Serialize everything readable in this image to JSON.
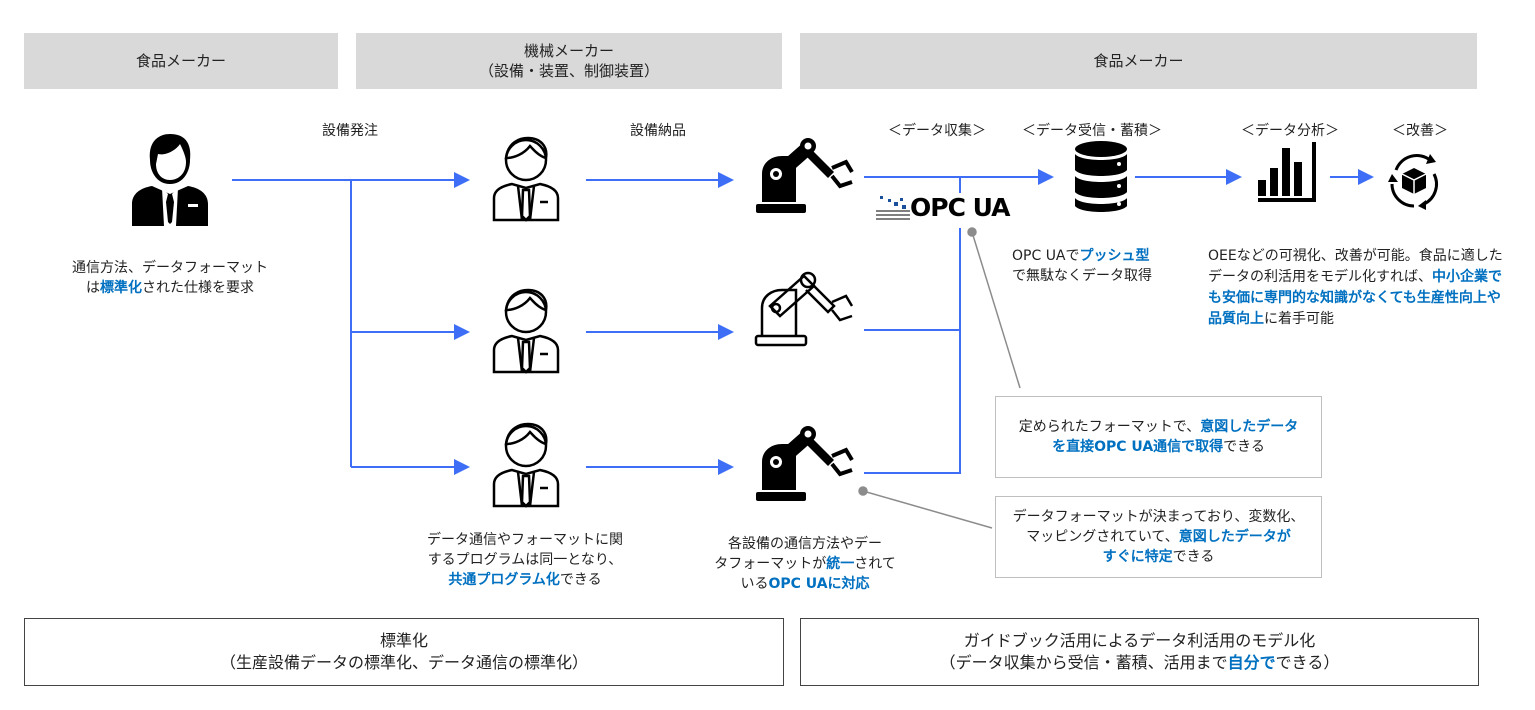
{
  "headers": [
    {
      "line1": "食品メーカー",
      "line2": ""
    },
    {
      "line1": "機械メーカー",
      "line2": "（設備・装置、制御装置）"
    },
    {
      "line1": "食品メーカー",
      "line2": ""
    }
  ],
  "flow_labels": {
    "order": "設備発注",
    "delivery": "設備納品",
    "collect": "＜データ収集＞",
    "receive": "＜データ受信・蓄積＞",
    "analyze": "＜データ分析＞",
    "improve": "＜改善＞"
  },
  "logo": {
    "text": "OPC UA"
  },
  "descriptions": {
    "food_maker": {
      "parts": [
        "通信方法、データフォーマット",
        "は",
        "標準化",
        "された仕様を要求"
      ]
    },
    "push": {
      "parts": [
        "OPC UAで",
        "プッシュ型",
        "で無駄なくデータ取得"
      ]
    },
    "analysis": {
      "parts": [
        "OEEなどの可視化、改善が可能。食品に適したデータの利活用をモデル化すれば、",
        "中小企業でも安価に専門的な知識がなくても生産性向上や品質向上",
        "に着手可能"
      ]
    },
    "common_program": {
      "parts": [
        "データ通信やフォーマットに関",
        "するプログラムは同一となり、",
        "共通プログラム化",
        "できる"
      ]
    },
    "opcua_support": {
      "parts": [
        "各設備の通信方法やデー",
        "タフォーマットが",
        "統一",
        "されて",
        "いる",
        "OPC UAに対応"
      ]
    }
  },
  "notes": [
    {
      "parts": [
        "定められたフォーマットで、",
        "意図したデータ",
        "を直接OPC UA通信で取得",
        "できる"
      ]
    },
    {
      "parts": [
        "データフォーマットが決まっており、変数化、",
        "マッピングされていて、",
        "意図したデータが",
        "すぐに特定",
        "できる"
      ]
    }
  ],
  "footers": [
    {
      "line1": "標準化",
      "line2": "（生産設備データの標準化、データ通信の標準化）",
      "line2_hl": "",
      "line2_end": ""
    },
    {
      "line1": "ガイドブック活用によるデータ利活用のモデル化",
      "line2": "（データ収集から受信・蓄積、活用まで",
      "line2_hl": "自分で",
      "line2_end": "できる）"
    }
  ],
  "colors": {
    "accent": "#0070c0",
    "arrow": "#3d6ef5",
    "header_bg": "#d9d9d9"
  }
}
